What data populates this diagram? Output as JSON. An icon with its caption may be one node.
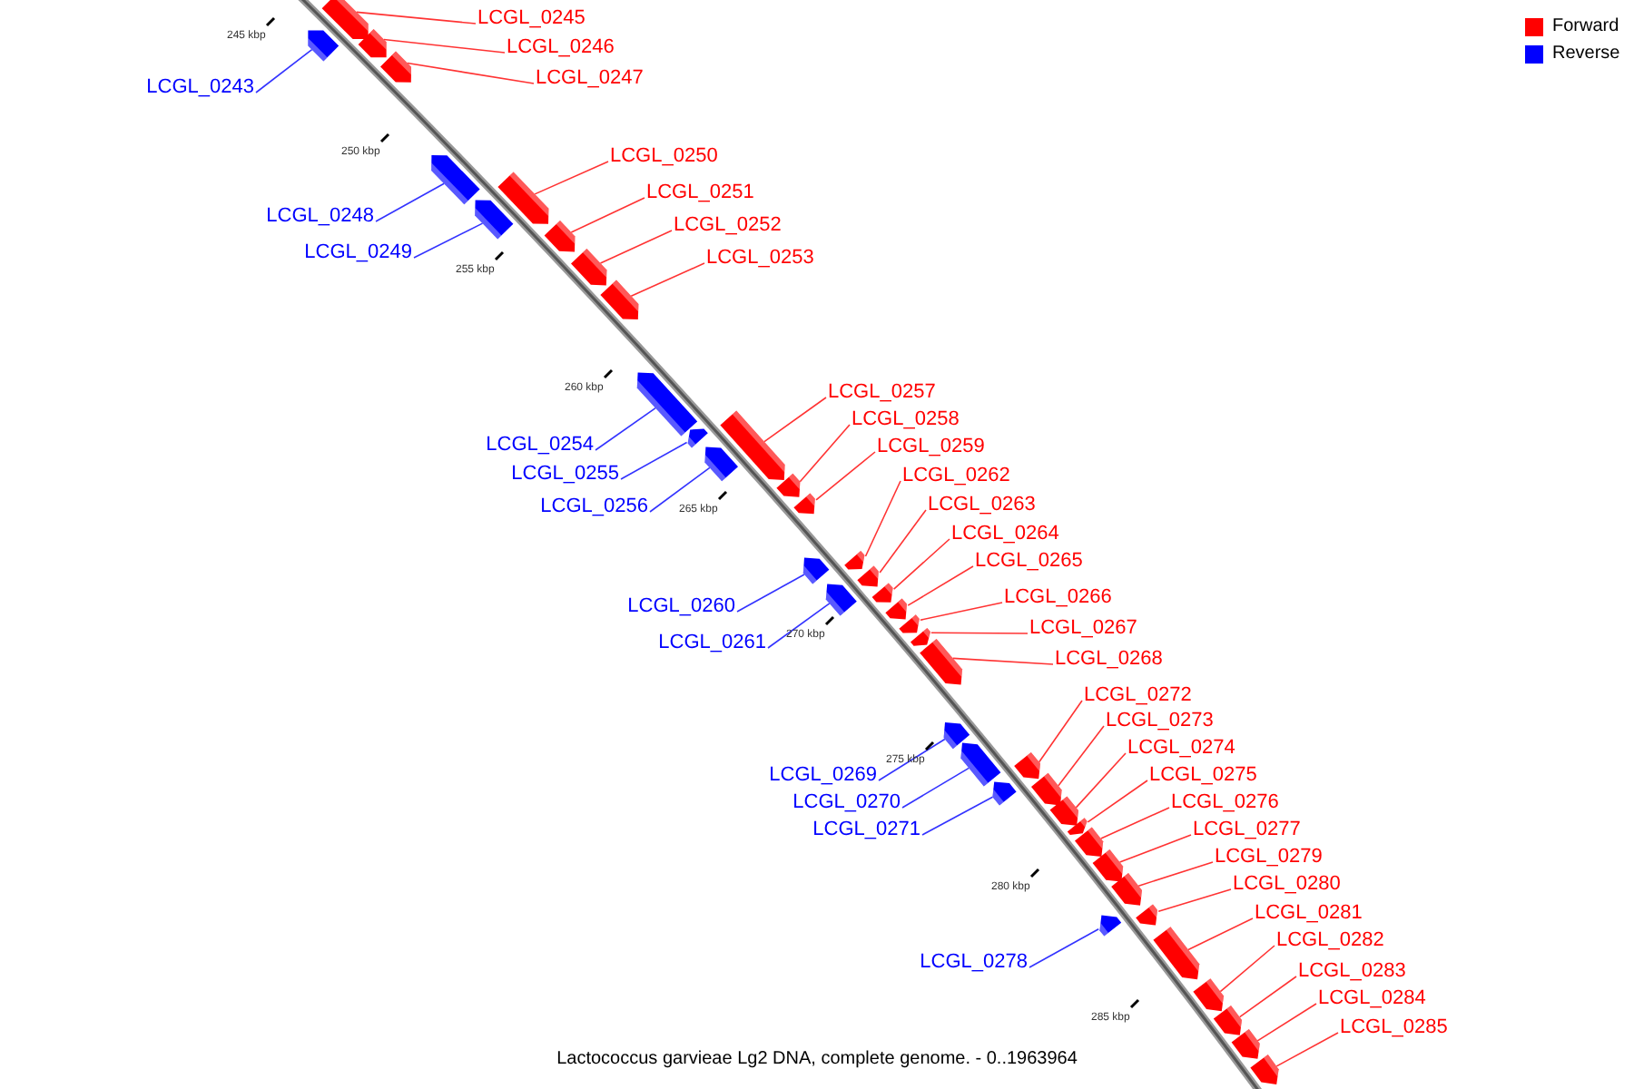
{
  "diagram": {
    "caption": "Lactococcus garvieae Lg2 DNA, complete genome. - 0..1963964",
    "nodes": [
      {
        "text": [
          "LCGL_0243"
        ]
      },
      {
        "text": [],
        "shape": "arrow"
      },
      {
        "text": [
          "LCGL_0245"
        ]
      },
      {
        "text": [],
        "shape": "arrow"
      },
      {
        "text": [
          "LCGL_0246"
        ]
      },
      {
        "text": [],
        "shape": "arrow"
      },
      {
        "text": [
          "LCGL_0247"
        ]
      },
      {
        "text": [],
        "shape": "arrow"
      },
      {
        "text": [
          "LCGL_0248"
        ]
      },
      {
        "text": [],
        "shape": "arrow"
      },
      {
        "text": [
          "LCGL_0249"
        ]
      },
      {
        "text": [],
        "shape": "arrow"
      },
      {
        "text": [
          "LCGL_0250"
        ]
      },
      {
        "text": [],
        "shape": "arrow"
      },
      {
        "text": [
          "LCGL_0251"
        ]
      },
      {
        "text": [],
        "shape": "arrow"
      },
      {
        "text": [
          "LCGL_0252"
        ]
      },
      {
        "text": [],
        "shape": "arrow"
      },
      {
        "text": [
          "LCGL_0253"
        ]
      },
      {
        "text": [],
        "shape": "arrow"
      },
      {
        "text": [
          "LCGL_0254"
        ]
      },
      {
        "text": [],
        "shape": "arrow"
      },
      {
        "text": [
          "LCGL_0255"
        ]
      },
      {
        "text": [],
        "shape": "arrow"
      },
      {
        "text": [
          "LCGL_0256"
        ]
      },
      {
        "text": [],
        "shape": "arrow"
      },
      {
        "text": [
          "LCGL_0257"
        ]
      },
      {
        "text": [],
        "shape": "arrow"
      },
      {
        "text": [
          "LCGL_0258"
        ]
      },
      {
        "text": [],
        "shape": "arrow"
      },
      {
        "text": [
          "LCGL_0259"
        ]
      },
      {
        "text": [],
        "shape": "arrow"
      },
      {
        "text": [
          "LCGL_0260"
        ]
      },
      {
        "text": [],
        "shape": "arrow"
      },
      {
        "text": [
          "LCGL_0261"
        ]
      },
      {
        "text": [],
        "shape": "arrow"
      },
      {
        "text": [
          "LCGL_0262"
        ]
      },
      {
        "text": [],
        "shape": "arrow"
      },
      {
        "text": [
          "LCGL_0263"
        ]
      },
      {
        "text": [],
        "shape": "arrow"
      },
      {
        "text": [
          "LCGL_0264"
        ]
      },
      {
        "text": [],
        "shape": "arrow"
      },
      {
        "text": [
          "LCGL_0265"
        ]
      },
      {
        "text": [],
        "shape": "arrow"
      },
      {
        "text": [
          "LCGL_0266"
        ]
      },
      {
        "text": [],
        "shape": "arrow"
      },
      {
        "text": [
          "LCGL_0267"
        ]
      },
      {
        "text": [],
        "shape": "arrow"
      },
      {
        "text": [
          "LCGL_0268"
        ]
      },
      {
        "text": [],
        "shape": "arrow"
      },
      {
        "text": [
          "LCGL_0269"
        ]
      },
      {
        "text": [],
        "shape": "arrow"
      },
      {
        "text": [
          "LCGL_0270"
        ]
      },
      {
        "text": [],
        "shape": "arrow"
      },
      {
        "text": [
          "LCGL_0271"
        ]
      },
      {
        "text": [],
        "shape": "arrow"
      },
      {
        "text": [
          "LCGL_0272"
        ]
      },
      {
        "text": [],
        "shape": "arrow"
      },
      {
        "text": [
          "LCGL_0273"
        ]
      },
      {
        "text": [],
        "shape": "arrow"
      },
      {
        "text": [
          "LCGL_0274"
        ]
      },
      {
        "text": [],
        "shape": "arrow"
      },
      {
        "text": [
          "LCGL_0275"
        ]
      },
      {
        "text": [],
        "shape": "arrow"
      },
      {
        "text": [
          "LCGL_0276"
        ]
      },
      {
        "text": [],
        "shape": "arrow"
      },
      {
        "text": [
          "LCGL_0277"
        ]
      },
      {
        "text": [],
        "shape": "arrow"
      },
      {
        "text": [
          "LCGL_0278"
        ]
      },
      {
        "text": [],
        "shape": "arrow"
      },
      {
        "text": [
          "LCGL_0279"
        ]
      },
      {
        "text": [],
        "shape": "arrow"
      },
      {
        "text": [
          "LCGL_0280"
        ]
      },
      {
        "text": [],
        "shape": "arrow"
      },
      {
        "text": [
          "LCGL_0281"
        ]
      },
      {
        "text": [],
        "shape": "arrow"
      },
      {
        "text": [
          "LCGL_0282"
        ]
      },
      {
        "text": [],
        "shape": "arrow"
      },
      {
        "text": [
          "LCGL_0283"
        ]
      },
      {
        "text": [],
        "shape": "arrow"
      },
      {
        "text": [
          "LCGL_0284"
        ]
      },
      {
        "text": [],
        "shape": "arrow"
      },
      {
        "text": [
          "LCGL_0285"
        ]
      },
      {
        "text": [],
        "shape": "arrow"
      }
    ],
    "edges": [
      {
        "from": 0,
        "to": 1,
        "arrow": "none",
        "color": "#3333ff"
      },
      {
        "from": 2,
        "to": 3,
        "arrow": "none"
      },
      {
        "from": 4,
        "to": 5,
        "arrow": "none"
      },
      {
        "from": 6,
        "to": 7,
        "arrow": "none"
      },
      {
        "from": 8,
        "to": 9,
        "arrow": "none",
        "color": "#3333ff"
      },
      {
        "from": 10,
        "to": 11,
        "arrow": "none",
        "color": "#3333ff"
      },
      {
        "from": 12,
        "to": 13,
        "arrow": "none"
      },
      {
        "from": 14,
        "to": 15,
        "arrow": "none"
      },
      {
        "from": 16,
        "to": 17,
        "arrow": "none"
      },
      {
        "from": 18,
        "to": 19,
        "arrow": "none"
      },
      {
        "from": 20,
        "to": 21,
        "arrow": "none",
        "color": "#3333ff"
      },
      {
        "from": 22,
        "to": 23,
        "arrow": "none",
        "color": "#3333ff"
      },
      {
        "from": 24,
        "to": 25,
        "arrow": "none",
        "color": "#3333ff"
      },
      {
        "from": 26,
        "to": 27,
        "arrow": "none"
      },
      {
        "from": 28,
        "to": 29,
        "arrow": "none"
      },
      {
        "from": 30,
        "to": 31,
        "arrow": "none"
      },
      {
        "from": 32,
        "to": 33,
        "arrow": "none",
        "color": "#3333ff"
      },
      {
        "from": 34,
        "to": 35,
        "arrow": "none",
        "color": "#3333ff"
      },
      {
        "from": 36,
        "to": 37,
        "arrow": "none"
      },
      {
        "from": 38,
        "to": 39,
        "arrow": "none"
      },
      {
        "from": 40,
        "to": 41,
        "arrow": "none"
      },
      {
        "from": 42,
        "to": 43,
        "arrow": "none"
      },
      {
        "from": 44,
        "to": 45,
        "arrow": "none"
      },
      {
        "from": 46,
        "to": 47,
        "arrow": "none"
      },
      {
        "from": 48,
        "to": 49,
        "arrow": "none"
      },
      {
        "from": 50,
        "to": 51,
        "arrow": "none",
        "color": "#3333ff"
      },
      {
        "from": 52,
        "to": 53,
        "arrow": "none",
        "color": "#3333ff"
      },
      {
        "from": 54,
        "to": 55,
        "arrow": "none",
        "color": "#3333ff"
      },
      {
        "from": 56,
        "to": 57,
        "arrow": "none"
      },
      {
        "from": 58,
        "to": 59,
        "arrow": "none"
      },
      {
        "from": 60,
        "to": 61,
        "arrow": "none"
      },
      {
        "from": 62,
        "to": 63,
        "arrow": "none"
      },
      {
        "from": 64,
        "to": 65,
        "arrow": "none"
      },
      {
        "from": 66,
        "to": 67,
        "arrow": "none"
      },
      {
        "from": 68,
        "to": 69,
        "arrow": "none",
        "color": "#3333ff"
      },
      {
        "from": 70,
        "to": 71,
        "arrow": "none"
      },
      {
        "from": 72,
        "to": 73,
        "arrow": "none"
      },
      {
        "from": 74,
        "to": 75,
        "arrow": "none"
      },
      {
        "from": 76,
        "to": 77,
        "arrow": "none"
      },
      {
        "from": 78,
        "to": 79,
        "arrow": "none"
      },
      {
        "from": 80,
        "to": 81,
        "arrow": "none"
      },
      {
        "from": 82,
        "to": 83,
        "arrow": "none"
      }
    ],
    "labels": [
      "245 kbp",
      "250 kbp",
      "255 kbp",
      "260 kbp",
      "265 kbp",
      "270 kbp",
      "275 kbp",
      "280 kbp",
      "285 kbp"
    ],
    "legend": [
      {
        "text": "Forward",
        "color": "#ff0000"
      },
      {
        "text": "Reverse",
        "color": "#0000ff"
      }
    ]
  }
}
